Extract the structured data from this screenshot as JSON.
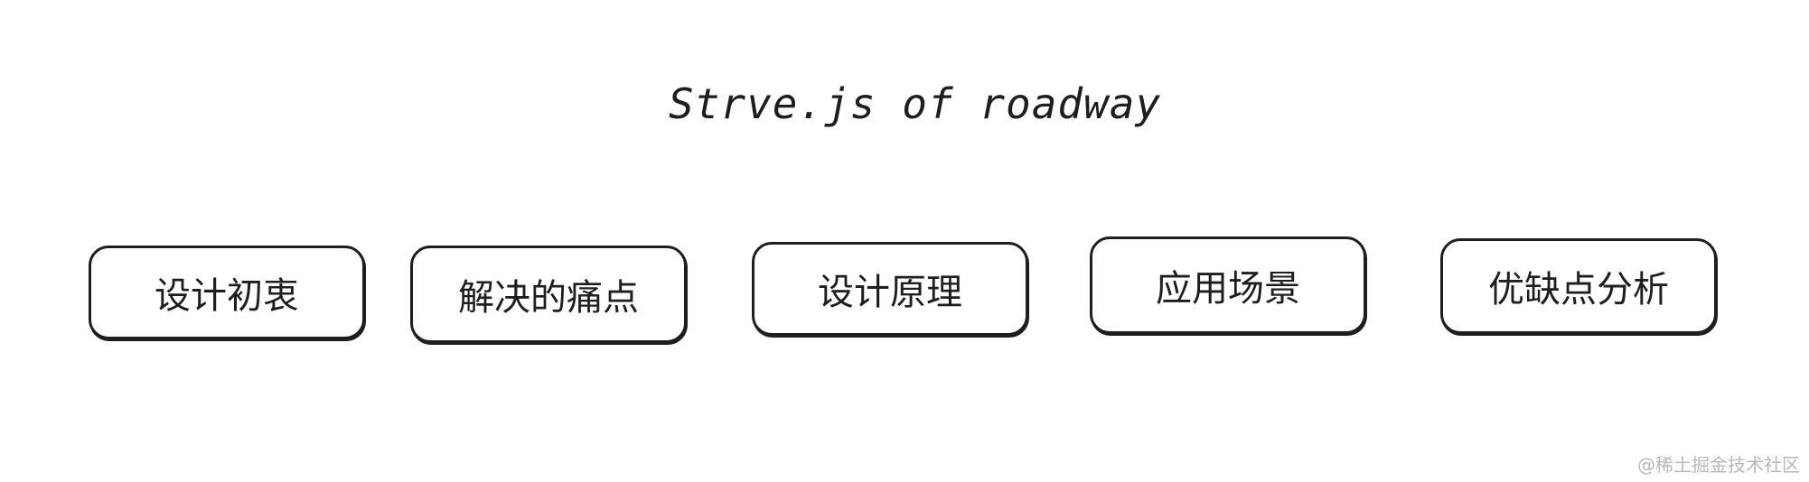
{
  "diagram": {
    "title": "Strve.js of roadway",
    "nodes": [
      {
        "label": "设计初衷"
      },
      {
        "label": "解决的痛点"
      },
      {
        "label": "设计原理"
      },
      {
        "label": "应用场景"
      },
      {
        "label": "优缺点分析"
      }
    ]
  },
  "watermark": "@稀土掘金技术社区",
  "colors": {
    "stroke": "#1e1e1e",
    "background": "#ffffff",
    "watermark": "#b8b8b8"
  }
}
